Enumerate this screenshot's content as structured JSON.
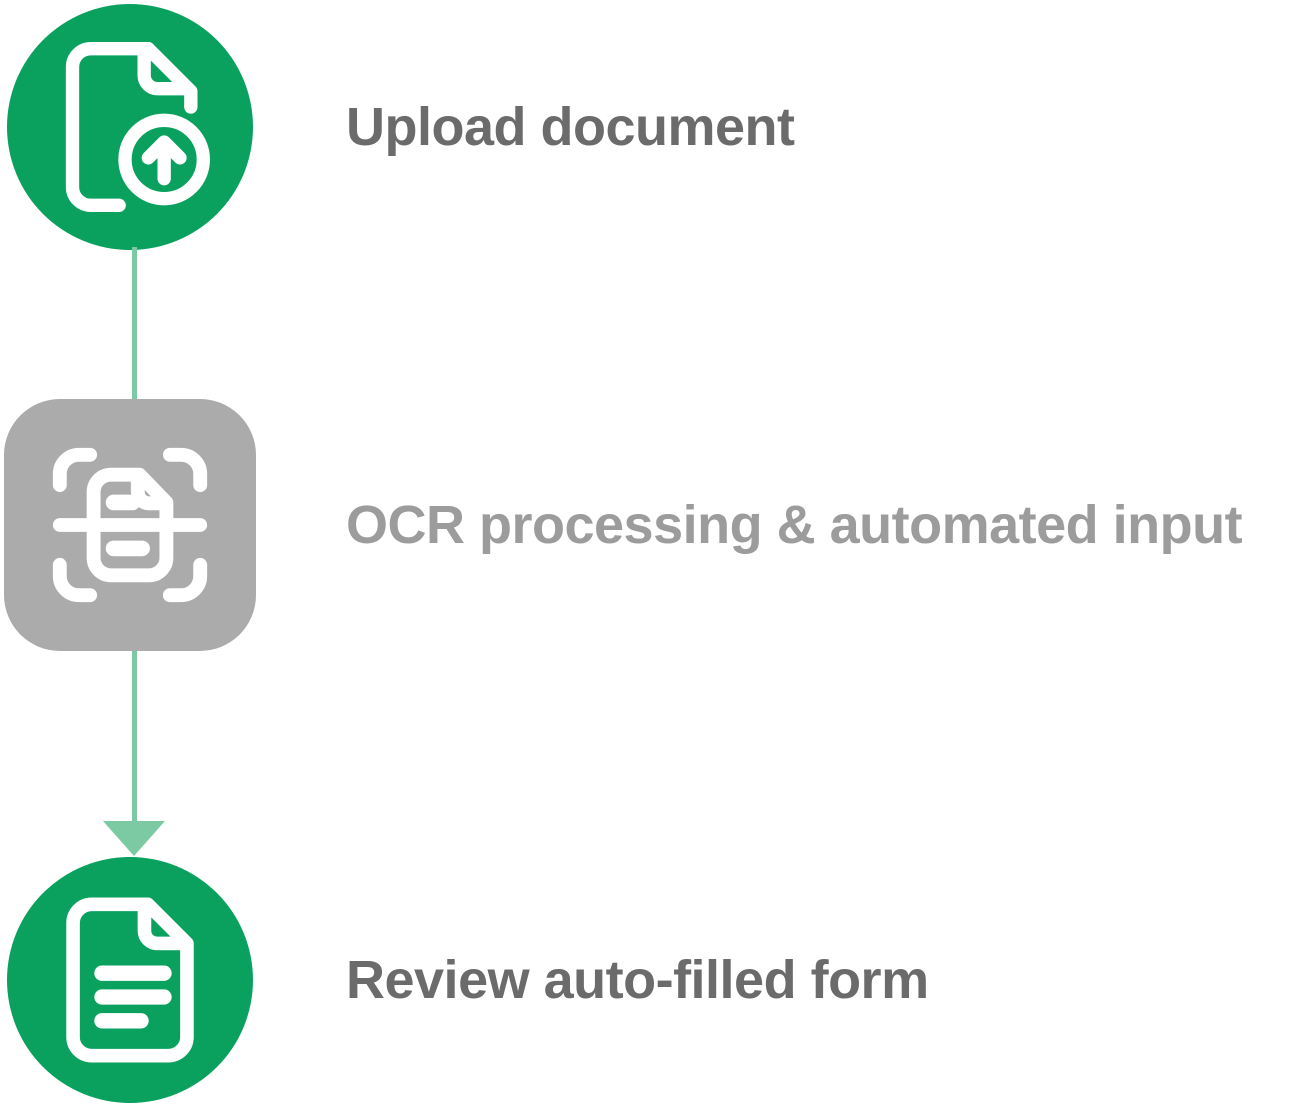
{
  "colors": {
    "background": "#ffffff",
    "step_active_bg": "#0aa15f",
    "step_pending_bg": "#ababab",
    "connector": "#7ccaa3",
    "icon_fg": "#ffffff",
    "label_active": "#6b6b6b",
    "label_pending": "#9c9c9c"
  },
  "flow": {
    "type": "vertical-process-diagram",
    "steps": [
      {
        "label": "Upload document",
        "icon": "document-upload-icon",
        "shape": "circle",
        "state": "active"
      },
      {
        "label": "OCR processing & automated input",
        "icon": "document-scan-icon",
        "shape": "rounded-square",
        "state": "pending"
      },
      {
        "label": "Review auto-filled form",
        "icon": "document-text-icon",
        "shape": "circle",
        "state": "active"
      }
    ],
    "connectors": [
      {
        "from": 0,
        "to": 1,
        "arrow": false
      },
      {
        "from": 1,
        "to": 2,
        "arrow": true
      }
    ]
  }
}
